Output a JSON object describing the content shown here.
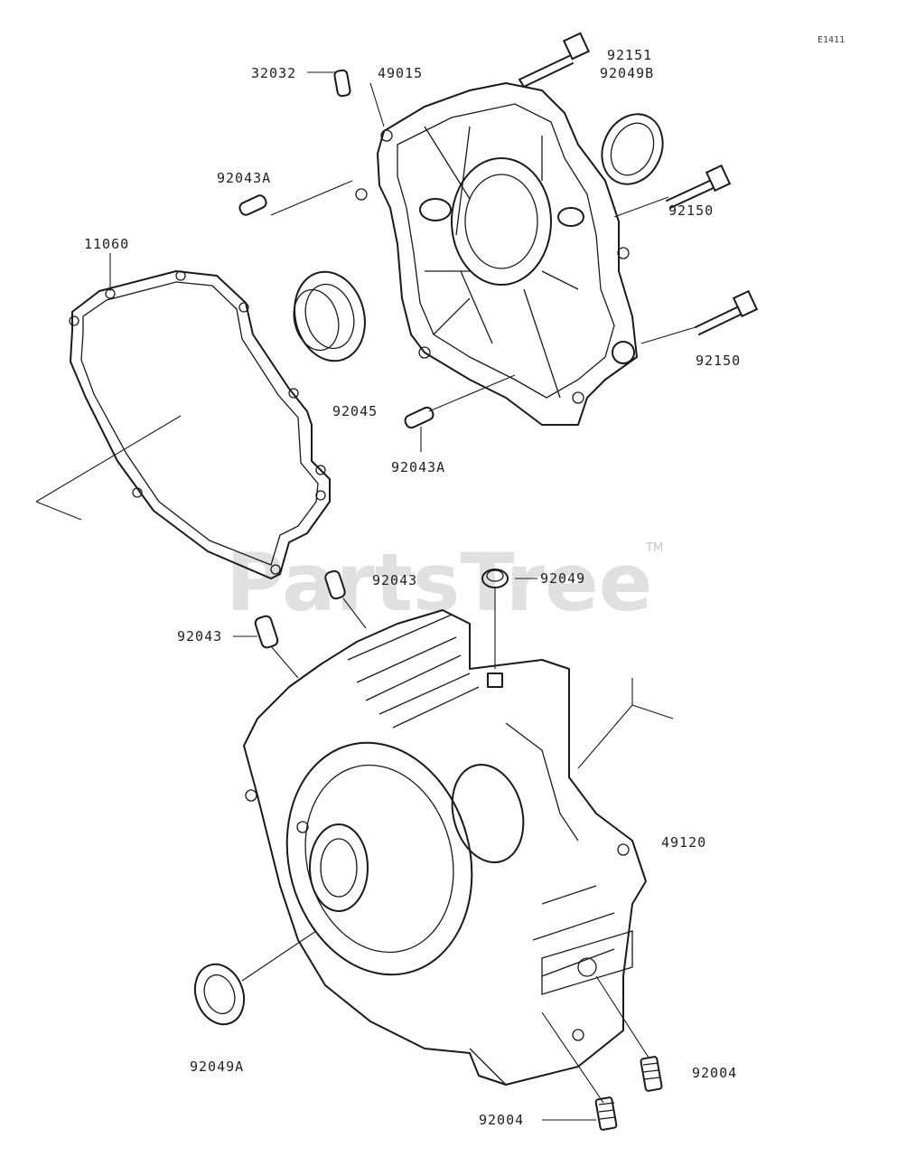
{
  "diagram": {
    "ref_code": "E1411",
    "watermark": "PartsTree",
    "trademark": "TM",
    "labels": {
      "p32032": "32032",
      "p49015": "49015",
      "p92151": "92151",
      "p92049B": "92049B",
      "p92043A_top": "92043A",
      "p11060": "11060",
      "p92150_a": "92150",
      "p92150_b": "92150",
      "p92045": "92045",
      "p92043A_bottom": "92043A",
      "p92043_a": "92043",
      "p92049": "92049",
      "p92043_b": "92043",
      "p49120": "49120",
      "p92049A": "92049A",
      "p92004_a": "92004",
      "p92004_b": "92004"
    }
  }
}
